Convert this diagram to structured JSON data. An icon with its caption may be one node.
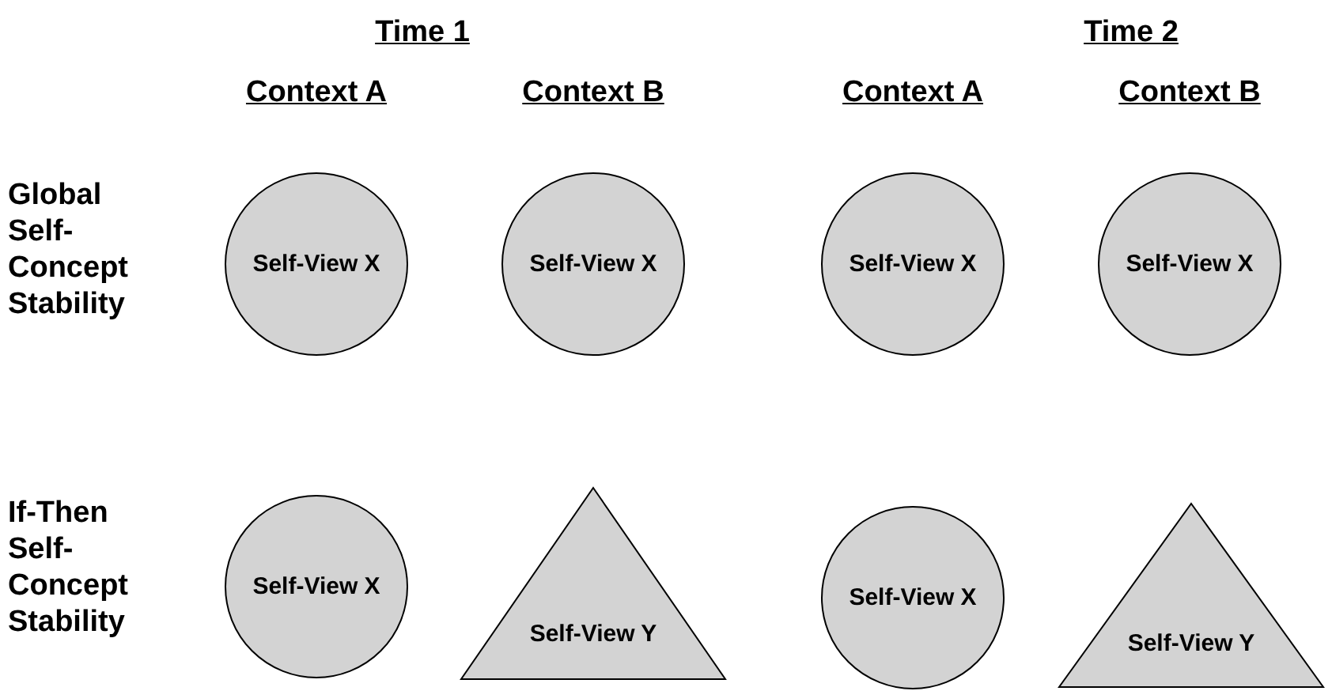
{
  "diagram": {
    "nodes": [
      {
        "text": [
          "Self-View X"
        ]
      },
      {
        "text": [
          "Self-View X"
        ]
      },
      {
        "text": [
          "Self-View X"
        ]
      },
      {
        "text": [
          "Self-View X"
        ]
      },
      {
        "text": [
          "Self-View X"
        ]
      },
      {
        "text": [
          "Self-View Y"
        ]
      },
      {
        "text": [
          "Self-View X"
        ]
      },
      {
        "text": [
          "Self-View Y"
        ]
      }
    ],
    "edges": [],
    "labels": [
      "Time 1",
      "Time 2",
      "Context A",
      "Context B",
      "Context A",
      "Context B",
      "Global Self-Concept Stability",
      "If-Then Self-Concept Stability"
    ]
  }
}
